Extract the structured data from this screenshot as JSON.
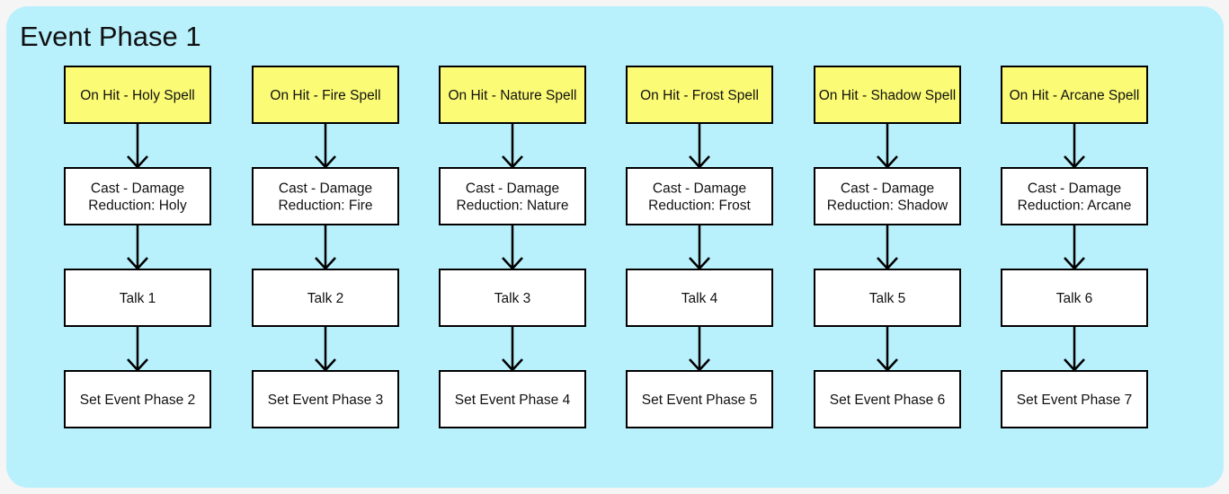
{
  "title": "Event Phase 1",
  "colors": {
    "panel": "#b8f0fc",
    "trigger": "#fbfb75",
    "action": "#ffffff",
    "stroke": "#000000"
  },
  "columns": [
    {
      "trigger": "On Hit - Holy Spell",
      "cast": [
        "Cast - Damage",
        "Reduction: Holy"
      ],
      "talk": "Talk 1",
      "phase": "Set Event Phase 2"
    },
    {
      "trigger": "On Hit - Fire Spell",
      "cast": [
        "Cast - Damage",
        "Reduction: Fire"
      ],
      "talk": "Talk 2",
      "phase": "Set Event Phase 3"
    },
    {
      "trigger": "On Hit - Nature Spell",
      "cast": [
        "Cast - Damage",
        "Reduction: Nature"
      ],
      "talk": "Talk 3",
      "phase": "Set Event Phase 4"
    },
    {
      "trigger": "On Hit - Frost Spell",
      "cast": [
        "Cast - Damage",
        "Reduction: Frost"
      ],
      "talk": "Talk 4",
      "phase": "Set Event Phase 5"
    },
    {
      "trigger": "On Hit - Shadow Spell",
      "cast": [
        "Cast - Damage",
        "Reduction: Shadow"
      ],
      "talk": "Talk 5",
      "phase": "Set Event Phase 6"
    },
    {
      "trigger": "On Hit - Arcane Spell",
      "cast": [
        "Cast - Damage",
        "Reduction: Arcane"
      ],
      "talk": "Talk 6",
      "phase": "Set Event Phase 7"
    }
  ]
}
